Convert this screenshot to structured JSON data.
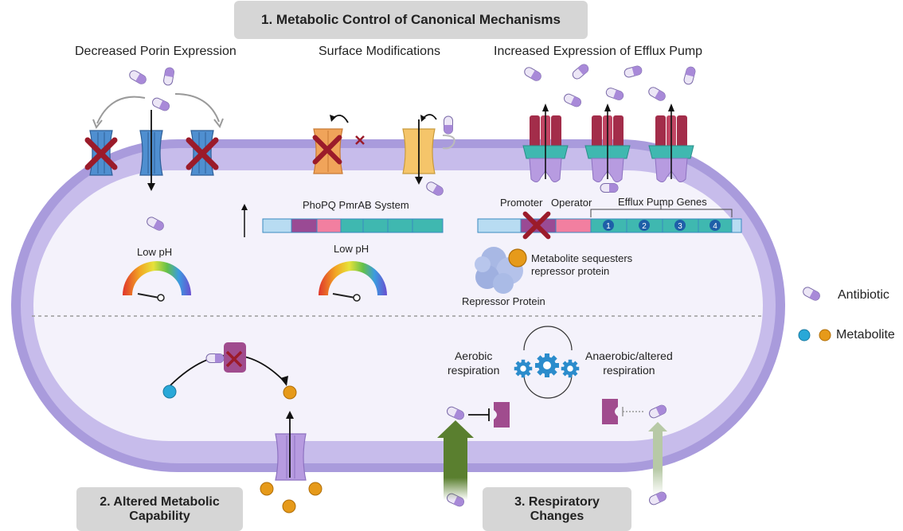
{
  "sections": {
    "s1": "1.  Metabolic Control of Canonical Mechanisms",
    "s2_line1": "2. Altered Metabolic",
    "s2_line2": "Capability",
    "s3_line1": "3. Respiratory",
    "s3_line2": "Changes"
  },
  "mechanisms": {
    "porin": "Decreased Porin Expression",
    "surface": "Surface Modifications",
    "efflux": "Increased Expression of Efflux Pump"
  },
  "labels": {
    "low_ph_1": "Low pH",
    "low_ph_2": "Low pH",
    "phopq": "PhoPQ PmrAB System",
    "promoter": "Promoter",
    "operator": "Operator",
    "efflux_genes": "Efflux Pump Genes",
    "gene_numbers": [
      "1",
      "2",
      "3",
      "4"
    ],
    "sequester_line1": "Metabolite sequesters",
    "sequester_line2": "repressor protein",
    "repressor": "Repressor Protein",
    "aerobic_line1": "Aerobic",
    "aerobic_line2": "respiration",
    "anaerobic_line1": "Anaerobic/altered",
    "anaerobic_line2": "respiration"
  },
  "legend": {
    "antibiotic": "Antibiotic",
    "metabolite": "Metabolite"
  },
  "colors": {
    "membrane_outer": "#a99bdc",
    "cell_fill": "#f4f2fb",
    "porin_blue": "#4f8fd0",
    "cross_red": "#9b1b2a",
    "pump_red": "#a32d4a",
    "pump_teal": "#3fb8b0",
    "pump_purple": "#b79be0",
    "metabolite_blue": "#29a8d8",
    "metabolite_orange": "#e69a1a",
    "arrow_green": "#5a7f2f",
    "enzyme_magenta": "#a04c8e",
    "gear_blue": "#2b8ccc"
  }
}
